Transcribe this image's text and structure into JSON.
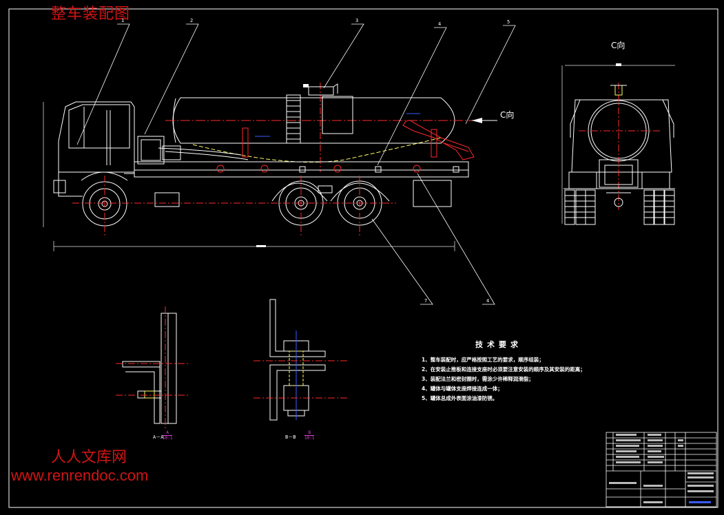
{
  "watermark": {
    "title": "整车装配图",
    "site_cn": "人人文库网",
    "site_url": "www.renrendoc.com"
  },
  "drawing": {
    "view_c_label": "C向",
    "view_c_arrow_label": "C向",
    "callouts": [
      "1",
      "2",
      "3",
      "4",
      "5",
      "7",
      "4"
    ],
    "section_a_label": "A－A",
    "section_b_label": "B－B",
    "scale_a": {
      "letter": "A",
      "ratio": "10:1"
    },
    "scale_b": {
      "letter": "B",
      "ratio": "10:1"
    }
  },
  "tech_requirements": {
    "title": "技术要求",
    "items": [
      "1、整车装配时，应严格按照工艺的要求，顺序组装；",
      "2、在安装止推板和连接支座时必须要注意安装的顺序及其安装的距离；",
      "3、装配法兰和密封圈时，需涂少许稀释润滑脂；",
      "4、罐体与罐体支座焊接连成一体；",
      "5、罐体总成外表面涂油漆防锈。"
    ]
  },
  "colors": {
    "background": "#000000",
    "line": "#ffffff",
    "center_line": "#ff2a2a",
    "hidden_line": "#ffff66",
    "dimension": "#3a5cff",
    "watermark": "#d21414",
    "highlight": "#e040e0"
  }
}
